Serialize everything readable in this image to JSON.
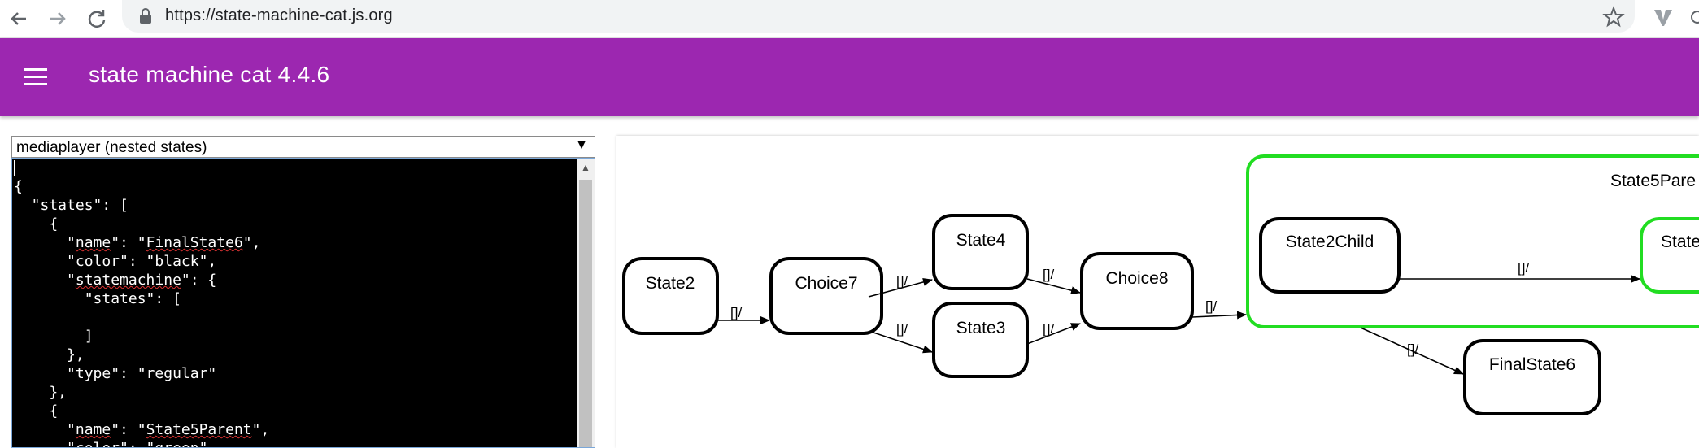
{
  "browser": {
    "url": "https://state-machine-cat.js.org",
    "icons": [
      "back-arrow-icon",
      "forward-arrow-icon",
      "reload-icon",
      "lock-icon",
      "star-icon",
      "extension-icon"
    ]
  },
  "app": {
    "title": "state machine cat 4.4.6",
    "colors": {
      "appbar": "#9c27b0",
      "highlight_state": "#22dd22"
    }
  },
  "sample": {
    "selected": "mediaplayer (nested states)",
    "arrow": "▼"
  },
  "editor": {
    "lines": [
      "{",
      "  \"states\": [",
      "    {",
      "      \"name\": \"FinalState6\",",
      "      \"color\": \"black\",",
      "      \"statemachine\": {",
      "        \"states\": [",
      "",
      "        ]",
      "      },",
      "      \"type\": \"regular\"",
      "    },",
      "    {",
      "      \"name\": \"State5Parent\",",
      "      \"color\": \"green\","
    ]
  },
  "diagram": {
    "states": {
      "state2": "State2",
      "choice7": "Choice7",
      "state4": "State4",
      "state3": "State3",
      "choice8": "Choice8",
      "parent": "State5Pare",
      "state2child": "State2Child",
      "state5child": "State",
      "finalstate6": "FinalState6"
    },
    "transition_label": "[]/"
  }
}
